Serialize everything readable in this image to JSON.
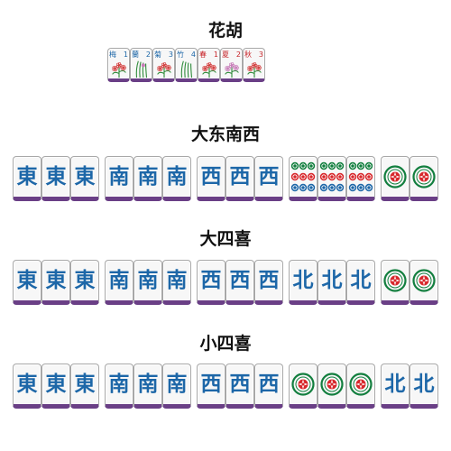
{
  "titles": [
    "花胡",
    "大东南西",
    "大四喜",
    "小四喜"
  ],
  "flowers": [
    {
      "char": "梅",
      "num": "1",
      "color": "#1d67a8"
    },
    {
      "char": "蘭",
      "num": "2",
      "color": "#1d67a8"
    },
    {
      "char": "菊",
      "num": "3",
      "color": "#1d67a8"
    },
    {
      "char": "竹",
      "num": "4",
      "color": "#1d67a8"
    },
    {
      "char": "春",
      "num": "1",
      "color": "#c8262b"
    },
    {
      "char": "夏",
      "num": "2",
      "color": "#c8262b"
    },
    {
      "char": "秋",
      "num": "3",
      "color": "#c8262b"
    }
  ],
  "winds": {
    "east": "東",
    "south": "南",
    "west": "西",
    "north": "北"
  },
  "colors": {
    "tile_back": "#6a3f86",
    "honor_blue": "#1d67a8",
    "dot_green": "#137f3f",
    "dot_red": "#d8282c",
    "dot_blue": "#1d67a8"
  }
}
